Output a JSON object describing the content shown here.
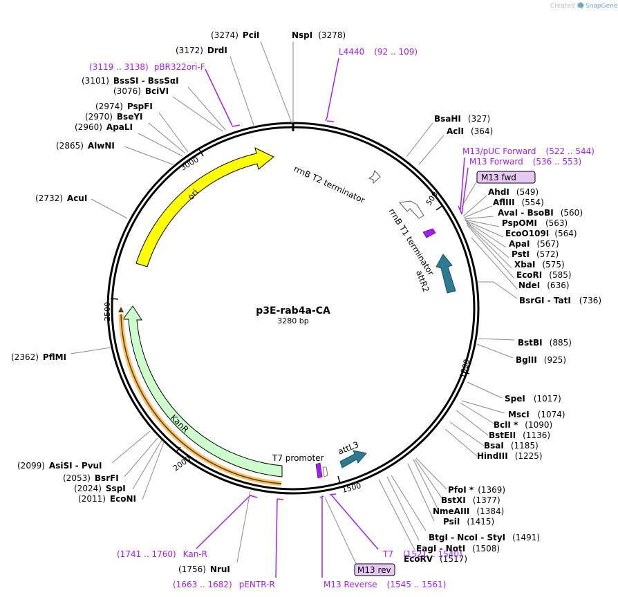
{
  "watermark": {
    "prefix": "Created by",
    "brand": "SnapGene"
  },
  "plasmid": {
    "name": "p3E-rab4a-CA",
    "size_label": "3280 bp"
  },
  "ticks": [
    "500",
    "1000",
    "1500",
    "2000",
    "2500",
    "3000"
  ],
  "features": [
    {
      "id": "ori",
      "label": "ori",
      "color": "#ffff00"
    },
    {
      "id": "kanr",
      "label": "KanR",
      "color": "#ccffcc"
    },
    {
      "id": "attr2",
      "label": "attR2",
      "color": "#2d7b91"
    },
    {
      "id": "attl3",
      "label": "attL3",
      "color": "#2d7b91"
    },
    {
      "id": "rrnb-t1",
      "label": "rrnB T1 terminator",
      "color": "#ffffff"
    },
    {
      "id": "rrnb-t2",
      "label": "rrnB T2 terminator",
      "color": "#ffffff"
    },
    {
      "id": "t7-promoter",
      "label": "T7 promoter",
      "color": "#ffffff"
    }
  ],
  "enzymes": [
    {
      "id": "psti-top",
      "name": "PciI",
      "pos": "(3274)"
    },
    {
      "id": "nspi",
      "name": "NspI",
      "pos": "(3278)"
    },
    {
      "id": "drdi",
      "name": "DrdI",
      "pos": "(3172)"
    },
    {
      "id": "bsssi",
      "name": "BssSI  - BssSαI",
      "pos": "(3101)"
    },
    {
      "id": "bcivi",
      "name": "BciVI",
      "pos": "(3076)"
    },
    {
      "id": "pspfi",
      "name": "PspFI",
      "pos": "(2974)"
    },
    {
      "id": "bseyi",
      "name": "BseYI",
      "pos": "(2970)"
    },
    {
      "id": "apali",
      "name": "ApaLI",
      "pos": "(2960)"
    },
    {
      "id": "alwni",
      "name": "AlwNI",
      "pos": "(2865)"
    },
    {
      "id": "acui",
      "name": "AcuI",
      "pos": "(2732)"
    },
    {
      "id": "pflmi",
      "name": "PflMI",
      "pos": "(2362)"
    },
    {
      "id": "asisi",
      "name": "AsiSI  - PvuI",
      "pos": "(2099)"
    },
    {
      "id": "bsrfi",
      "name": "BsrFI",
      "pos": "(2053)"
    },
    {
      "id": "sspi",
      "name": "SspI",
      "pos": "(2024)"
    },
    {
      "id": "econi",
      "name": "EcoNI",
      "pos": "(2011)"
    },
    {
      "id": "nrui",
      "name": "NruI",
      "pos": "(1756)"
    },
    {
      "id": "bsahi",
      "name": "BsaHI",
      "pos": "(327)"
    },
    {
      "id": "acli",
      "name": "AclI",
      "pos": "(364)"
    },
    {
      "id": "ahdi",
      "name": "AhdI",
      "pos": "(549)"
    },
    {
      "id": "aflIII",
      "name": "AflIII",
      "pos": "(554)"
    },
    {
      "id": "avai",
      "name": "AvaI  - BsoBI",
      "pos": "(560)"
    },
    {
      "id": "pspomi",
      "name": "PspOMI",
      "pos": "(563)"
    },
    {
      "id": "ecoo109i",
      "name": "EcoO109I",
      "pos": "(564)"
    },
    {
      "id": "apai",
      "name": "ApaI",
      "pos": "(567)"
    },
    {
      "id": "psti",
      "name": "PstI",
      "pos": "(572)"
    },
    {
      "id": "xbai",
      "name": "XbaI",
      "pos": "(575)"
    },
    {
      "id": "ecori",
      "name": "EcoRI",
      "pos": "(585)"
    },
    {
      "id": "ndei",
      "name": "NdeI",
      "pos": "(636)"
    },
    {
      "id": "bsrgi",
      "name": "BsrGI  - TatI",
      "pos": "(736)"
    },
    {
      "id": "bstbi",
      "name": "BstBI",
      "pos": "(885)"
    },
    {
      "id": "bglII",
      "name": "BglII",
      "pos": "(925)"
    },
    {
      "id": "spei",
      "name": "SpeI",
      "pos": "(1017)"
    },
    {
      "id": "msci",
      "name": "MscI",
      "pos": "(1074)"
    },
    {
      "id": "bcli",
      "name": "BclI *",
      "pos": "(1090)"
    },
    {
      "id": "bsteII",
      "name": "BstEII",
      "pos": "(1136)"
    },
    {
      "id": "bsai",
      "name": "BsaI",
      "pos": "(1185)"
    },
    {
      "id": "hindIII",
      "name": "HindIII",
      "pos": "(1225)"
    },
    {
      "id": "pfoi",
      "name": "PfoI *",
      "pos": "(1369)"
    },
    {
      "id": "bstxi",
      "name": "BstXI",
      "pos": "(1377)"
    },
    {
      "id": "nmeaIII",
      "name": "NmeAIII",
      "pos": "(1384)"
    },
    {
      "id": "psii",
      "name": "PsiI",
      "pos": "(1415)"
    },
    {
      "id": "btgi",
      "name": "BtgI  - NcoI  - StyI",
      "pos": "(1491)"
    },
    {
      "id": "eagi",
      "name": "EagI  - NotI",
      "pos": "(1508)"
    },
    {
      "id": "ecorv",
      "name": "EcoRV",
      "pos": "(1517)"
    }
  ],
  "primers": [
    {
      "id": "l4440",
      "name": "L4440",
      "range": "(92 .. 109)"
    },
    {
      "id": "pbr322ori",
      "name": "pBR322ori-F",
      "range": "(3119 .. 3138)"
    },
    {
      "id": "m13puc",
      "name": "M13/pUC Forward",
      "range": "(522 .. 544)"
    },
    {
      "id": "m13fwd",
      "name": "M13 Forward",
      "range": "(536 .. 553)"
    },
    {
      "id": "kanr-primer",
      "name": "Kan-R",
      "range": "(1741 .. 1760)"
    },
    {
      "id": "pentr",
      "name": "pENTR-R",
      "range": "(1663 .. 1682)"
    },
    {
      "id": "m13rev",
      "name": "M13 Reverse",
      "range": "(1545 .. 1561)"
    },
    {
      "id": "t7",
      "name": "T7",
      "range": "(1521 .. 1540)"
    }
  ],
  "boxed_labels": [
    {
      "id": "m13-fwd-box",
      "text": "M13 fwd"
    },
    {
      "id": "m13-rev-box",
      "text": "M13 rev"
    }
  ],
  "colors": {
    "primer": "#a020f0",
    "box": "#e6c8f5",
    "backbone": "#000000"
  }
}
